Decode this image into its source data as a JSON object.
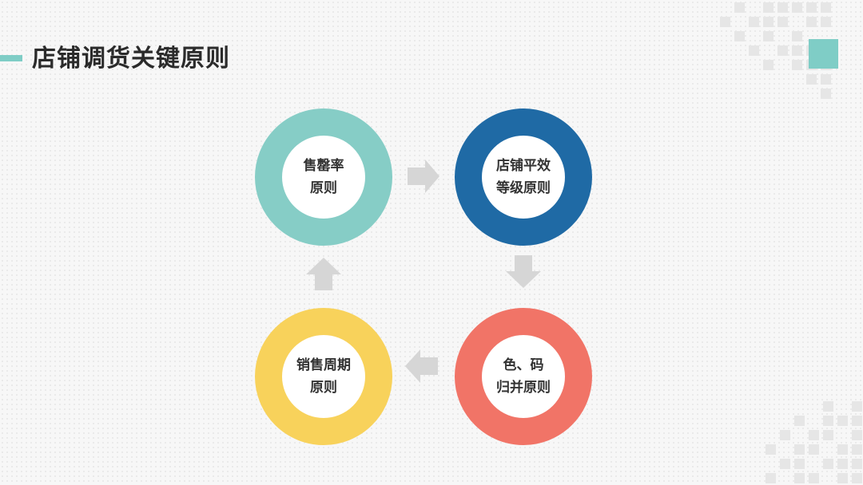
{
  "slide": {
    "title": "店铺调货关键原则",
    "accent_color": "#7fcdc6"
  },
  "cycle": {
    "nodes": [
      {
        "line1": "售罄率",
        "line2": "原则",
        "color": "#86cdc6"
      },
      {
        "line1": "店铺平效",
        "line2": "等级原则",
        "color": "#1f6aa5"
      },
      {
        "line1": "色、码",
        "line2": "归并原则",
        "color": "#f17467"
      },
      {
        "line1": "销售周期",
        "line2": "原则",
        "color": "#f8d25b"
      }
    ],
    "arrow_color": "#d6d6d6",
    "flow": [
      "right",
      "down",
      "left",
      "up"
    ]
  }
}
